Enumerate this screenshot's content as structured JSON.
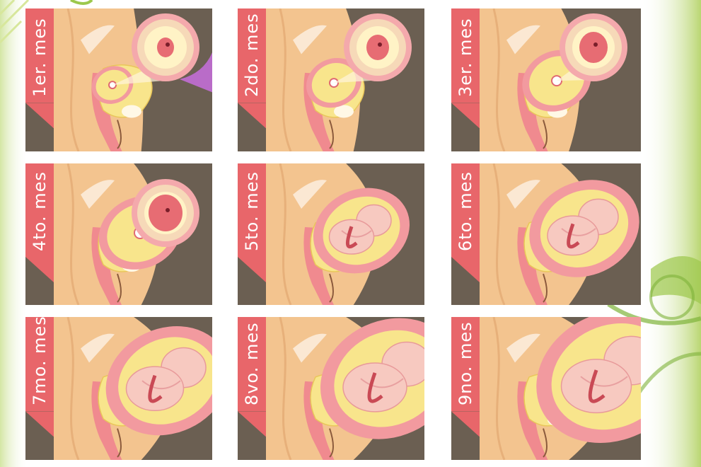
{
  "panels": [
    {
      "label": "1er. mes",
      "stage": 1
    },
    {
      "label": "2do. mes",
      "stage": 2
    },
    {
      "label": "3er. mes",
      "stage": 3
    },
    {
      "label": "4to. mes",
      "stage": 4
    },
    {
      "label": "5to. mes",
      "stage": 5
    },
    {
      "label": "6to. mes",
      "stage": 6
    },
    {
      "label": "7mo. mes",
      "stage": 7
    },
    {
      "label": "8vo. mes",
      "stage": 8
    },
    {
      "label": "9no. mes",
      "stage": 9
    }
  ],
  "colors": {
    "background": "#ffffff",
    "panel_dark": "#6b5f52",
    "skin": "#f3c48f",
    "tab": "#e8666a",
    "uterus": "#f29a9f",
    "fetus": "#f7c9c0",
    "yellow": "#f8e58c",
    "magnifier_ring": "#f4a9ac",
    "green_decor": "#8cc63f"
  }
}
